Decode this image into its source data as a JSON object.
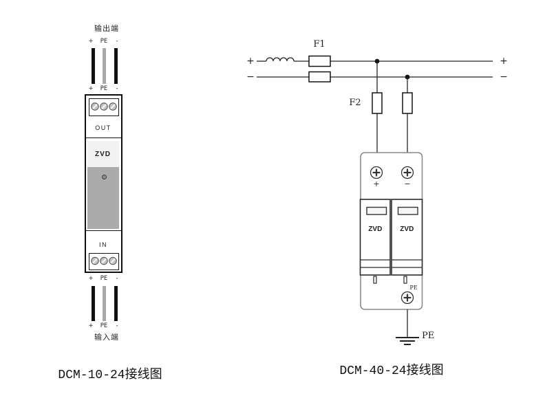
{
  "left_diagram": {
    "caption": "DCM-10-24接线图",
    "output_label": "输出端",
    "input_label": "输入端",
    "plus": "+",
    "pe": "PE",
    "minus": "-",
    "out_label": "OUT",
    "in_label": "IN",
    "brand": "ZVD",
    "colors": {
      "wire_signal": "#111111",
      "wire_pe": "#a8a8a8",
      "panel_light": "#f2f2f2",
      "panel_dark": "#ababab"
    }
  },
  "right_diagram": {
    "caption": "DCM-40-24接线图",
    "f1_label": "F1",
    "f2_label": "F2",
    "plus_in": "+",
    "minus_in": "−",
    "plus_out": "+",
    "minus_out": "−",
    "screw_plus": "+",
    "screw_minus": "−",
    "brand_left": "ZVD",
    "brand_right": "ZVD",
    "pe_terminal": "PE",
    "pe_ground": "PE"
  }
}
